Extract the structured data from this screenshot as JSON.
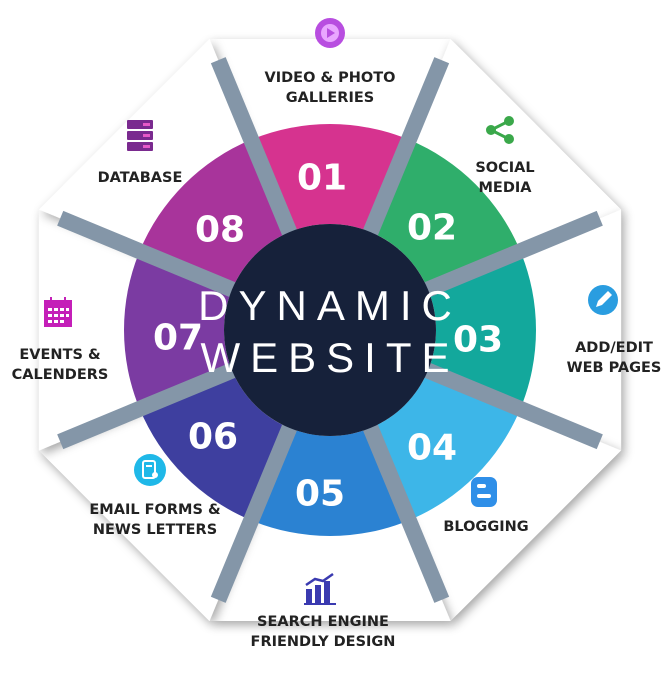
{
  "center": {
    "line1": "DYNAMIC",
    "line2": "WEBSITE",
    "color": "#16213a"
  },
  "divider_color": "#8496a8",
  "items": [
    {
      "number": "01",
      "line1": "VIDEO & PHOTO",
      "line2": "GALLERIES",
      "color": "#d6338f",
      "icon": "video-gallery-icon",
      "icon_color": "#b84ee0"
    },
    {
      "number": "02",
      "line1": "SOCIAL",
      "line2": "MEDIA",
      "color": "#2fae6b",
      "icon": "share-icon",
      "icon_color": "#3aa84a"
    },
    {
      "number": "03",
      "line1": "ADD/EDIT",
      "line2": "WEB PAGES",
      "color": "#13a89c",
      "icon": "edit-icon",
      "icon_color": "#2a9de0"
    },
    {
      "number": "04",
      "line1": "",
      "line2": "BLOGGING",
      "color": "#3db6e8",
      "icon": "blogger-icon",
      "icon_color": "#2f8fe8"
    },
    {
      "number": "05",
      "line1": "SEARCH ENGINE",
      "line2": "FRIENDLY DESIGN",
      "color": "#2b82d2",
      "icon": "seo-chart-icon",
      "icon_color": "#3a3ab0"
    },
    {
      "number": "06",
      "line1": "EMAIL FORMS &",
      "line2": "NEWS LETTERS",
      "color": "#3e3f9f",
      "icon": "newsletter-icon",
      "icon_color": "#1fb8e8"
    },
    {
      "number": "07",
      "line1": "EVENTS &",
      "line2": "CALENDERS",
      "color": "#7b3ba2",
      "icon": "calendar-icon",
      "icon_color": "#c41fb8"
    },
    {
      "number": "08",
      "line1": "",
      "line2": "DATABASE",
      "color": "#a8349b",
      "icon": "database-icon",
      "icon_color": "#7a2a8f"
    }
  ]
}
